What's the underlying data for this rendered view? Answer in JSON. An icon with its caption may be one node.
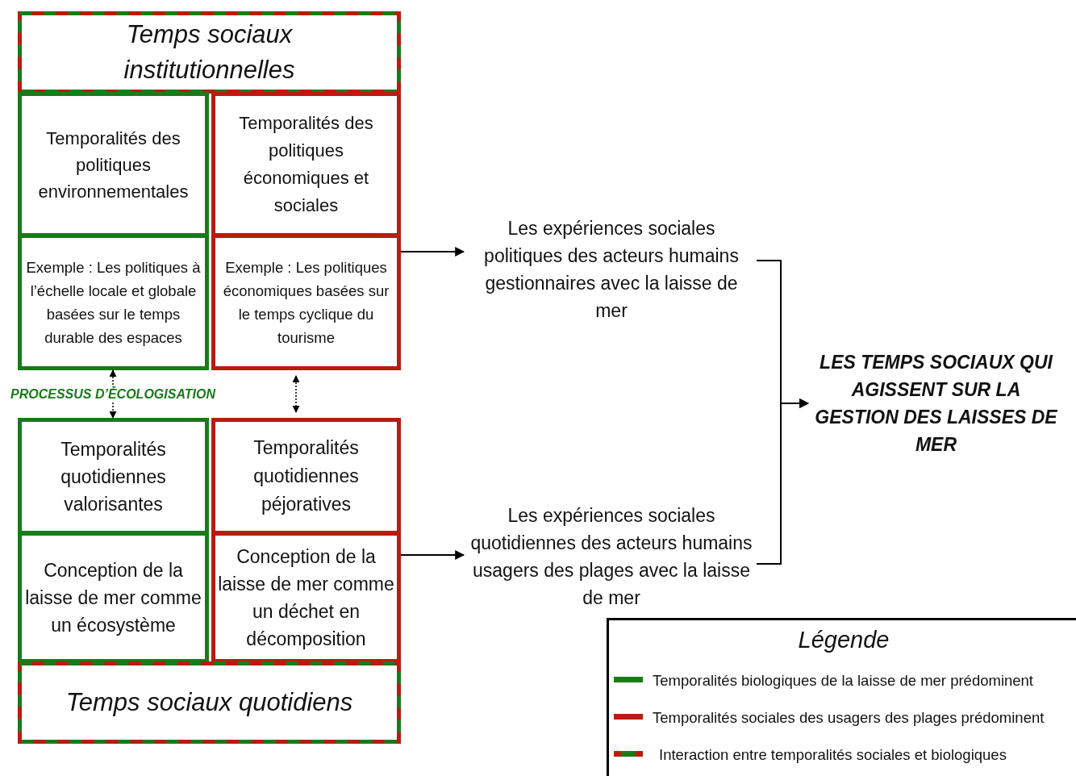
{
  "diagram": {
    "nodes": [
      {
        "text": [
          "Temps sociaux institutionnelles"
        ]
      },
      {
        "text": [
          "Temporalités des politiques environnementales"
        ]
      },
      {
        "text": [
          "Temporalités des politiques économiques et sociales"
        ]
      },
      {
        "text": [
          "Exemple : Les politiques à l’échelle locale et globale basées sur le temps durable des espaces"
        ]
      },
      {
        "text": [
          "Exemple : Les politiques économiques basées sur le temps cyclique du tourisme"
        ]
      },
      {
        "text": [
          "Temporalités quotidiennes valorisantes"
        ]
      },
      {
        "text": [
          "Temporalités quotidiennes péjoratives"
        ]
      },
      {
        "text": [
          "Conception de la laisse de mer comme un écosystème"
        ]
      },
      {
        "text": [
          "Conception de la laisse de mer comme un déchet en décomposition"
        ]
      },
      {
        "text": [
          "Temps sociaux quotidiens"
        ]
      },
      {
        "text": [
          "Les expériences sociales politiques des acteurs humains gestionnaires avec la laisse de mer"
        ]
      },
      {
        "text": [
          "Les expériences sociales quotidiennes des acteurs humains usagers des plages avec la laisse de mer"
        ]
      },
      {
        "text": [
          "LES TEMPS SOCIAUX QUI AGISSENT SUR LA GESTION DES LAISSES DE MER"
        ]
      }
    ],
    "edges": [
      {
        "from": 3,
        "to": 5,
        "arrow": "both",
        "style": "dashed",
        "label": "PROCESSUS D’ÉCOLOGISATION"
      },
      {
        "from": 4,
        "to": 6,
        "arrow": "both",
        "style": "dashed"
      },
      {
        "from": 4,
        "to": 10,
        "arrow": "to"
      },
      {
        "from": 8,
        "to": 11,
        "arrow": "to"
      },
      {
        "from": 10,
        "to": 12,
        "arrow": "to"
      },
      {
        "from": 11,
        "to": 12,
        "arrow": "to"
      }
    ],
    "labels": [
      "Légende"
    ],
    "legend": [
      {
        "text": "Temporalités biologiques de la laisse de mer prédominent",
        "color": "#1a7a1a"
      },
      {
        "text": "Temporalités sociales des usagers des plages prédominent",
        "color": "#b81c0f"
      },
      {
        "text": "Interaction entre temporalités sociales et biologiques"
      }
    ]
  }
}
